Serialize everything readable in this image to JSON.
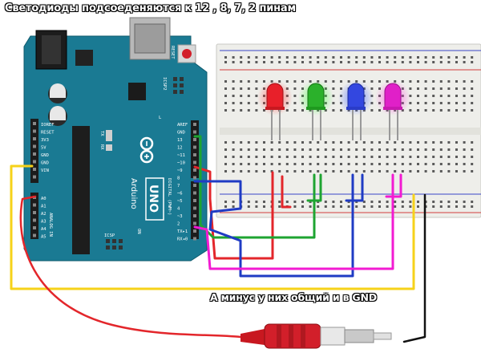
{
  "title": "Светодиоды подсоеденяются к 12 , 8, 7, 2 пинам",
  "note": "А минус у них общий и в GND",
  "board": {
    "brand": "Arduino",
    "model": "UNO",
    "reset_label": "RESET",
    "icsp2_label": "ICSP2",
    "icsp_label": "ICSP",
    "tx_label": "TX",
    "rx_label": "RX",
    "l_label": "L",
    "on_label": "ON",
    "analog_in_label": "ANALOG IN",
    "digital_label": "DIGITAL (PWM~)",
    "power_pins": [
      "IOREF",
      "RESET",
      "3V3",
      "5V",
      "GND",
      "GND",
      "VIN"
    ],
    "analog_pins": [
      "A0",
      "A1",
      "A2",
      "A3",
      "A4",
      "A5"
    ],
    "digital_top_pins": [
      "AREF",
      "GND",
      "13",
      "12",
      "~11",
      "~10",
      "~9",
      "8"
    ],
    "digital_bottom_pins": [
      "7",
      "~6",
      "~5",
      "4",
      "~3",
      "2",
      "TX▸1",
      "RX◂0"
    ]
  },
  "leds": [
    {
      "name": "red-led",
      "pin": "12",
      "color": "#e8202a"
    },
    {
      "name": "green-led",
      "pin": "8",
      "color": "#2bb12b"
    },
    {
      "name": "blue-led",
      "pin": "7",
      "color": "#3347e0"
    },
    {
      "name": "magenta-led",
      "pin": "2",
      "color": "#e020c8"
    }
  ],
  "wires": {
    "red": "#e3262b",
    "green": "#1ea431",
    "blue": "#1f3bc4",
    "magenta": "#f21bd2",
    "yellow": "#f6d21a",
    "black": "#111111"
  }
}
